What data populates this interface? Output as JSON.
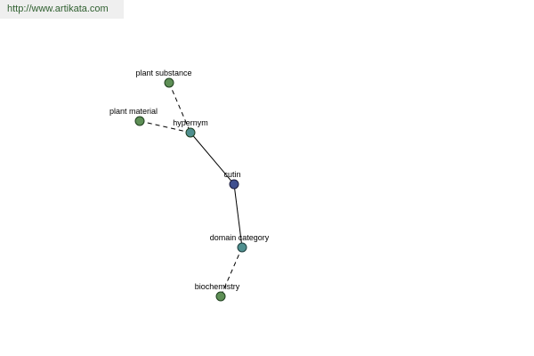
{
  "url": "http://www.artikata.com",
  "colors": {
    "leaf_node": "#5e8f56",
    "relation_node": "#4f8f8f",
    "center_node": "#3f4f8f",
    "edge": "#000000",
    "url_text": "#2f5f2f"
  },
  "nodes": {
    "plant_substance": {
      "label": "plant substance",
      "kind": "leaf_node"
    },
    "plant_material": {
      "label": "plant material",
      "kind": "leaf_node"
    },
    "hypernym": {
      "label": "hypernym",
      "kind": "relation_node"
    },
    "cutin": {
      "label": "cutin",
      "kind": "center_node"
    },
    "domain_category": {
      "label": "domain category",
      "kind": "relation_node"
    },
    "biochemistry": {
      "label": "biochemistry",
      "kind": "leaf_node"
    }
  },
  "edges": [
    {
      "from": "plant_substance",
      "to": "hypernym",
      "style": "dashed"
    },
    {
      "from": "plant_material",
      "to": "hypernym",
      "style": "dashed"
    },
    {
      "from": "hypernym",
      "to": "cutin",
      "style": "solid"
    },
    {
      "from": "cutin",
      "to": "domain_category",
      "style": "solid"
    },
    {
      "from": "domain_category",
      "to": "biochemistry",
      "style": "dashed"
    }
  ]
}
